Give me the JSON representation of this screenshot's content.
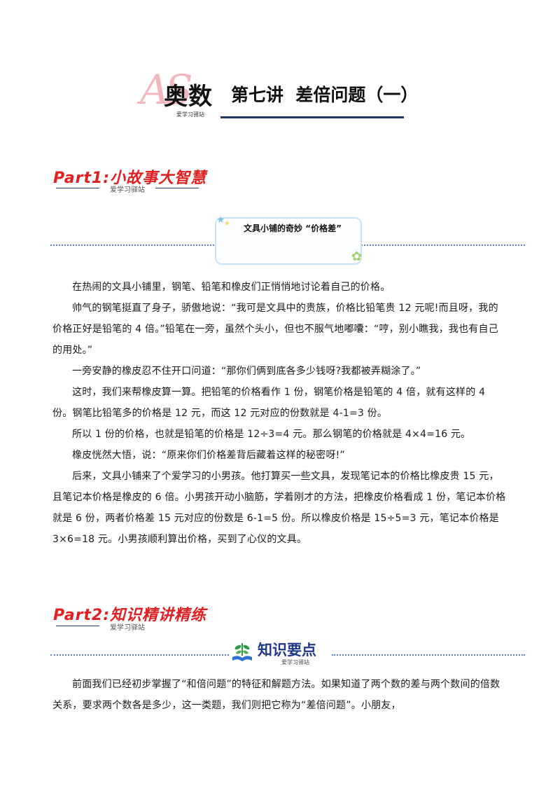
{
  "header": {
    "logo_letters": "AS",
    "logo_main": "奥数",
    "logo_sub": "爱学习驿站",
    "lecture_title": "第七讲  差倍问题（一）"
  },
  "part1": {
    "title_p": "P",
    "title_rest": "art1:小故事大智慧",
    "subtitle": "爱学习驿站"
  },
  "story_box": {
    "title": "文具小铺的奇妙 “价格差”"
  },
  "story": {
    "paragraphs": [
      "在热闹的文具小铺里，钢笔、铅笔和橡皮们正悄悄地讨论着自己的价格。",
      "帅气的钢笔挺直了身子，骄傲地说：“我可是文具中的贵族，价格比铅笔贵 12 元呢!而且呀，我的价格正好是铅笔的 4 倍。”铅笔在一旁，虽然个头小，但也不服气地嘟囔：“哼，别小瞧我，我也有自己的用处。”",
      "一旁安静的橡皮忍不住开口问道：“那你们俩到底各多少钱呀?我都被弄糊涂了。”",
      "这时，我们来帮橡皮算一算。把铅笔的价格看作 1 份，钢笔价格是铅笔的 4 倍，就有这样的 4 份。钢笔比铅笔多的价格是 12 元，而这 12 元对应的份数就是 4-1=3 份。",
      "所以 1 份的价格，也就是铅笔的价格是 12÷3=4 元。那么钢笔的价格就是 4×4=16 元。",
      "橡皮恍然大悟，说：“原来你们价格差背后藏着这样的秘密呀!”",
      "后来，文具小铺来了个爱学习的小男孩。他打算买一些文具，发现笔记本的价格比橡皮贵 15 元，且笔记本价格是橡皮的 6 倍。小男孩开动小脑筋，学着刚才的方法，把橡皮价格看成 1 份，笔记本价格就是 6 份，两者价格差 15 元对应的份数是 6-1=5 份。所以橡皮价格是 15÷5=3 元，笔记本价格是 3×6=18 元。小男孩顺利算出价格，买到了心仪的文具。"
    ]
  },
  "part2": {
    "title_p": "P",
    "title_rest": "art2:知识精讲精练",
    "subtitle": "爱学习驿站"
  },
  "knowledge": {
    "title": "知识要点",
    "subtitle": "爱学习驿站",
    "intro": "前面我们已经初步掌握了“和倍问题”的特征和解题方法。如果知道了两个数的差与两个数间的倍数关系，要求两个数各是多少，这一类题，我们则把它称为“差倍问题”。小朋友，"
  },
  "colors": {
    "part_red": "#e02020",
    "rule_navy": "#1f3864",
    "dotted_blue": "#5b7fc4",
    "logo_pink": "#f3b6bc",
    "kp_blue": "#1f3a8a",
    "kp_green": "#2e9b4a"
  }
}
